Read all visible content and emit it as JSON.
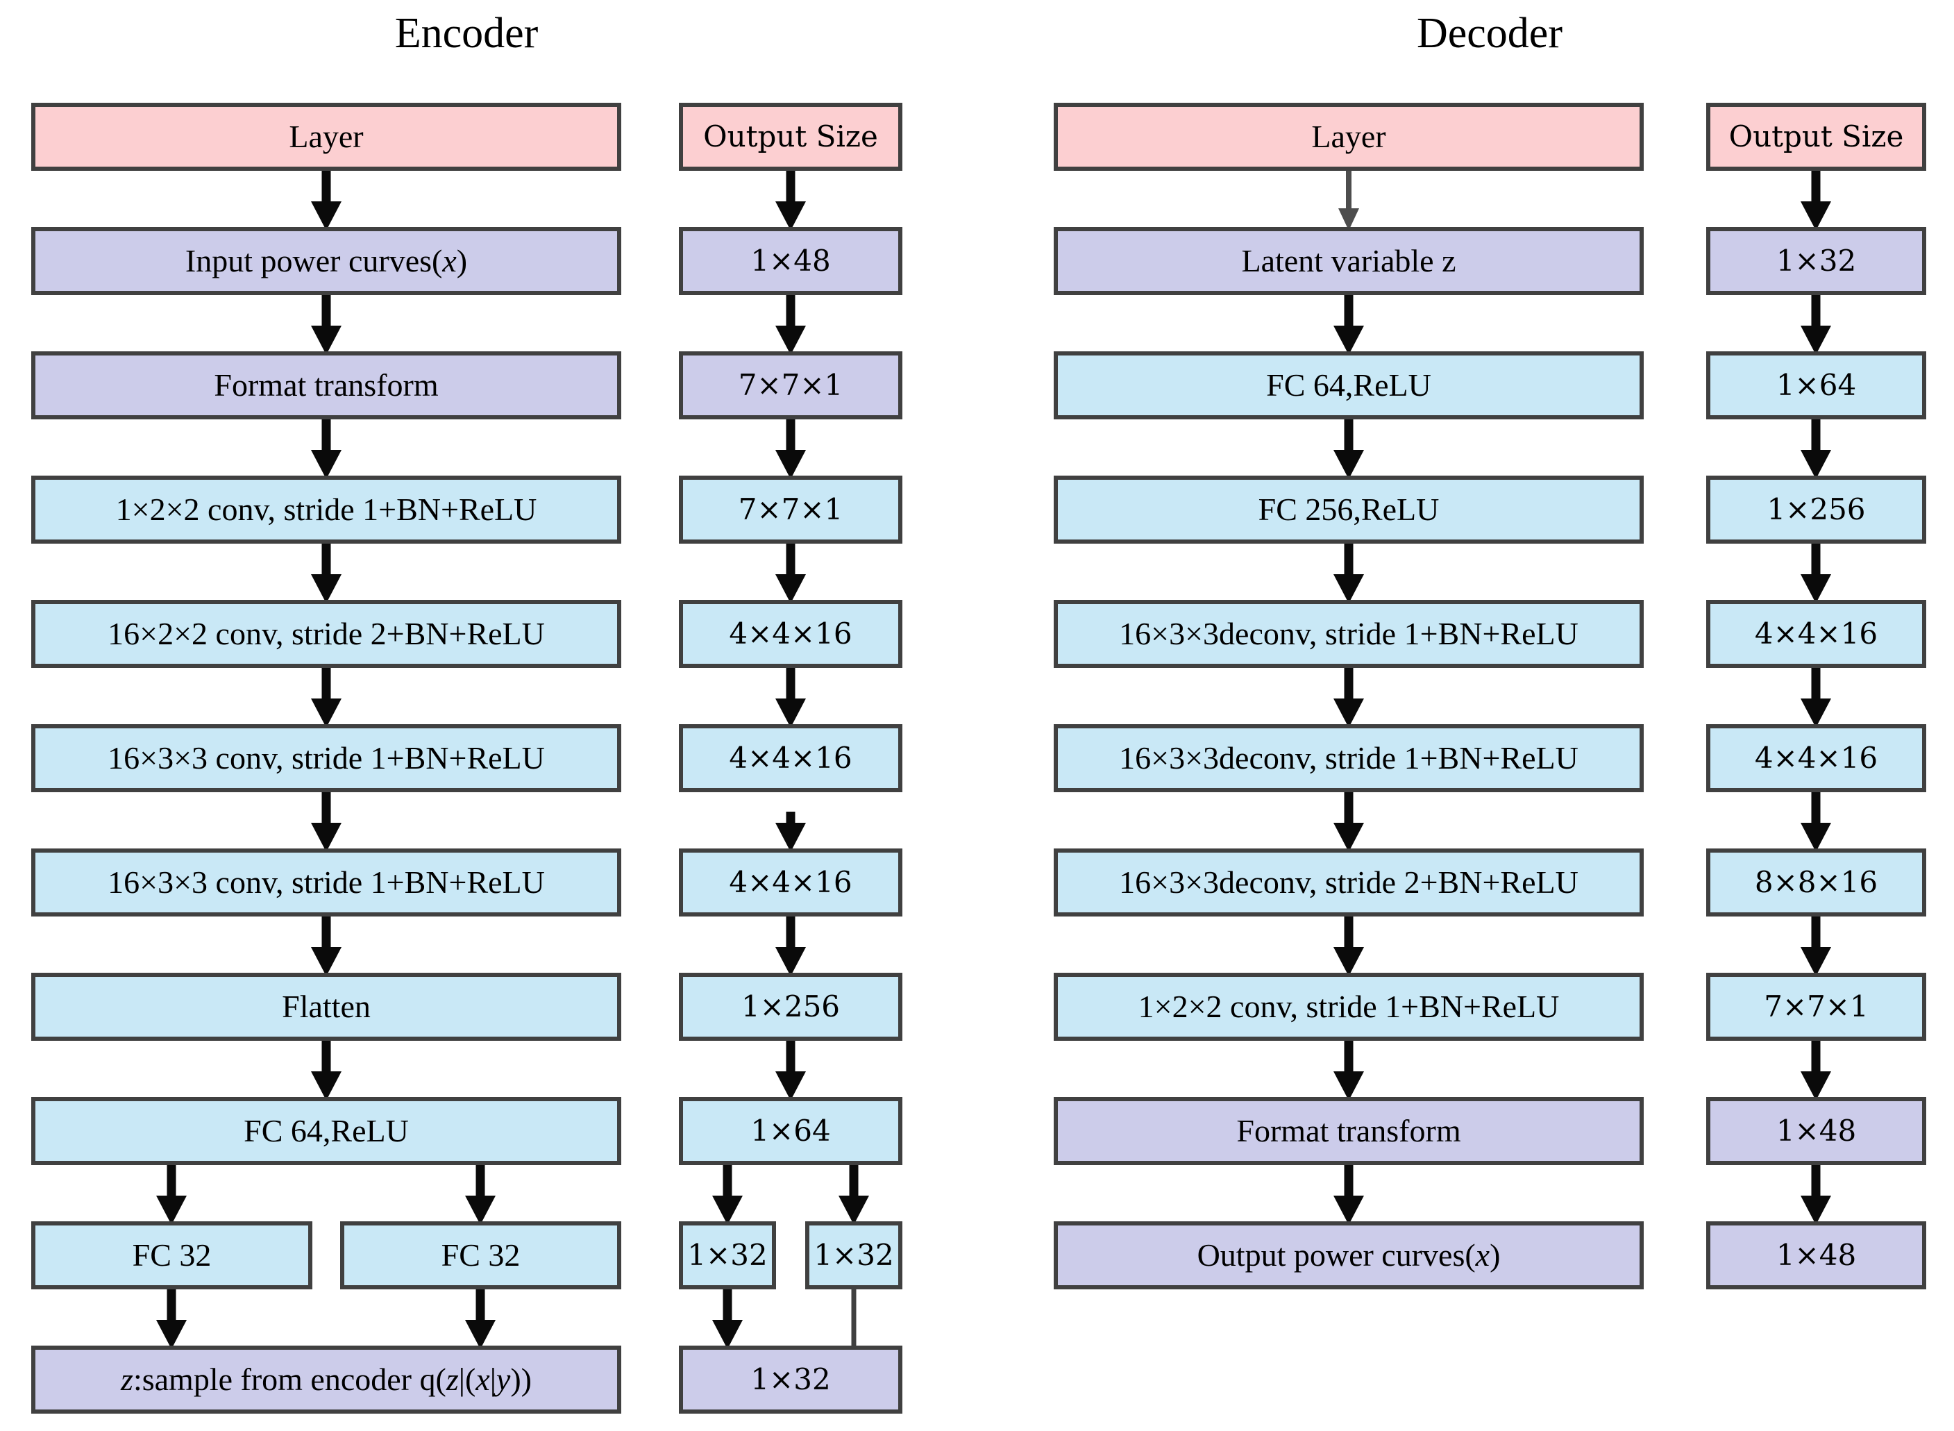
{
  "titles": {
    "encoder": "Encoder",
    "decoder": "Decoder"
  },
  "colors": {
    "header_pink": "#fccfd1",
    "io_lavender": "#ccccea",
    "hidden_cyan": "#c9e8f6",
    "box_border": "#404040",
    "arrow_black": "#0a0a0a",
    "arrow_gray": "#4d4d4d"
  },
  "encoder": {
    "headers": {
      "layer": "Layer",
      "output_size": "Output Size"
    },
    "layers": [
      "Input power curves(<i>x</i>)",
      "Format transform",
      "1×2×2 conv, stride 1+BN+ReLU",
      "16×2×2 conv, stride 2+BN+ReLU",
      "16×3×3 conv, stride 1+BN+ReLU",
      "16×3×3 conv, stride 1+BN+ReLU",
      "Flatten",
      "FC 64,ReLU"
    ],
    "fc32_left": "FC 32",
    "fc32_right": "FC 32",
    "sample_layer": "<i>z</i>:sample from encoder q(<i>z</i>|(<i>x</i>|<i>y</i>))",
    "output_sizes": [
      "1×48",
      "7×7×1",
      "7×7×1",
      "4×4×16",
      "4×4×16",
      "4×4×16",
      "1×256",
      "1×64"
    ],
    "size_32_left": "1×32",
    "size_32_right": "1×32",
    "size_32_final": "1×32"
  },
  "decoder": {
    "headers": {
      "layer": "Layer",
      "output_size": "Output Size"
    },
    "layers": [
      "Latent variable z",
      "FC 64,ReLU",
      "FC 256,ReLU",
      "16×3×3deconv, stride 1+BN+ReLU",
      "16×3×3deconv, stride 1+BN+ReLU",
      "16×3×3deconv, stride 2+BN+ReLU",
      "1×2×2 conv, stride 1+BN+ReLU",
      "Format transform",
      "Output power curves(<i>x</i>)"
    ],
    "output_sizes": [
      "1×32",
      "1×64",
      "1×256",
      "4×4×16",
      "4×4×16",
      "8×8×16",
      "7×7×1",
      "1×48",
      "1×48"
    ]
  }
}
